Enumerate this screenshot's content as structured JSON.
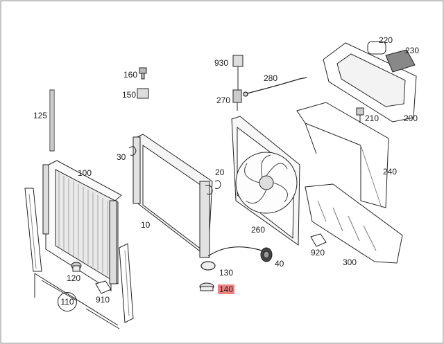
{
  "labels": {
    "p10": "10",
    "p20": "20",
    "p30": "30",
    "p40": "40",
    "p100": "100",
    "p110": "110",
    "p120": "120",
    "p125": "125",
    "p130": "130",
    "p140": "140",
    "p150": "150",
    "p160": "160",
    "p200": "200",
    "p210": "210",
    "p220": "220",
    "p230": "230",
    "p240": "240",
    "p260": "260",
    "p270": "270",
    "p280": "280",
    "p300": "300",
    "p910": "910",
    "p920": "920",
    "p930": "930"
  },
  "highlight_color": "#f08080"
}
